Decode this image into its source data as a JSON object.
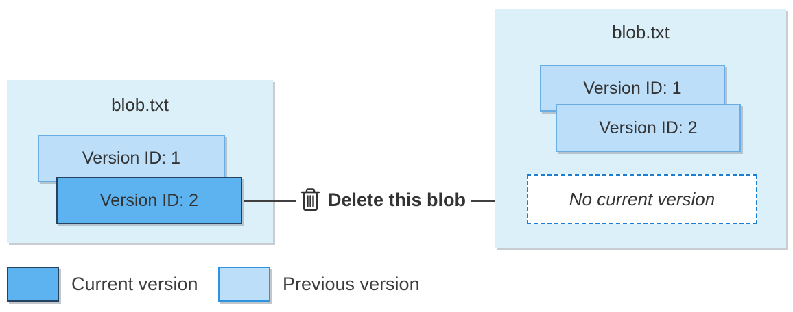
{
  "diagram": {
    "left_blob": {
      "title": "blob.txt",
      "versions": [
        {
          "label": "Version ID: 1",
          "state": "previous"
        },
        {
          "label": "Version ID: 2",
          "state": "current"
        }
      ]
    },
    "action": {
      "label": "Delete this blob",
      "icon": "trash-icon"
    },
    "right_blob": {
      "title": "blob.txt",
      "versions": [
        {
          "label": "Version ID: 1",
          "state": "previous"
        },
        {
          "label": "Version ID: 2",
          "state": "previous"
        }
      ],
      "placeholder": "No current version"
    },
    "legend": [
      {
        "label": "Current version",
        "swatch": "current"
      },
      {
        "label": "Previous version",
        "swatch": "previous"
      }
    ]
  },
  "colors": {
    "current_version_fill": "#5db3ef",
    "current_version_border": "#25425e",
    "previous_version_fill": "#bddef8",
    "previous_version_border": "#68ade4",
    "container_fill": "#dcf0fa",
    "dashed_border": "#1a7fd4",
    "connector": "#404040",
    "text": "#333333"
  }
}
